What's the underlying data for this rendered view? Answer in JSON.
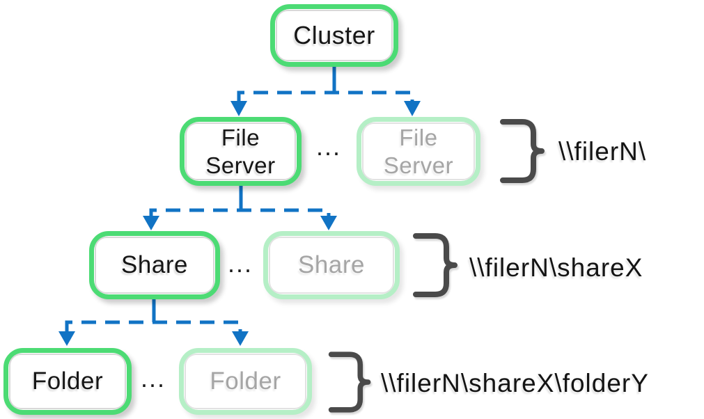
{
  "colors": {
    "active_border": "#4cdb74",
    "faded_border": "#b5efc6",
    "inner_ring": "#d8d8d8",
    "connector_blue": "#1173c4",
    "brace_gray": "#4a4a4a",
    "text_dark": "#161616",
    "text_faded": "#a5a5a5"
  },
  "nodes": {
    "cluster": {
      "label": "Cluster"
    },
    "file_server": {
      "active_lines": [
        "File",
        "Server"
      ],
      "faded_lines": [
        "File",
        "Server"
      ]
    },
    "share": {
      "active_label": "Share",
      "faded_label": "Share"
    },
    "folder": {
      "active_label": "Folder",
      "faded_label": "Folder"
    }
  },
  "ellipsis": "...",
  "path_labels": {
    "file_server": "\\\\filerN\\",
    "share": "\\\\filerN\\shareX",
    "folder": "\\\\filerN\\shareX\\folderY"
  }
}
